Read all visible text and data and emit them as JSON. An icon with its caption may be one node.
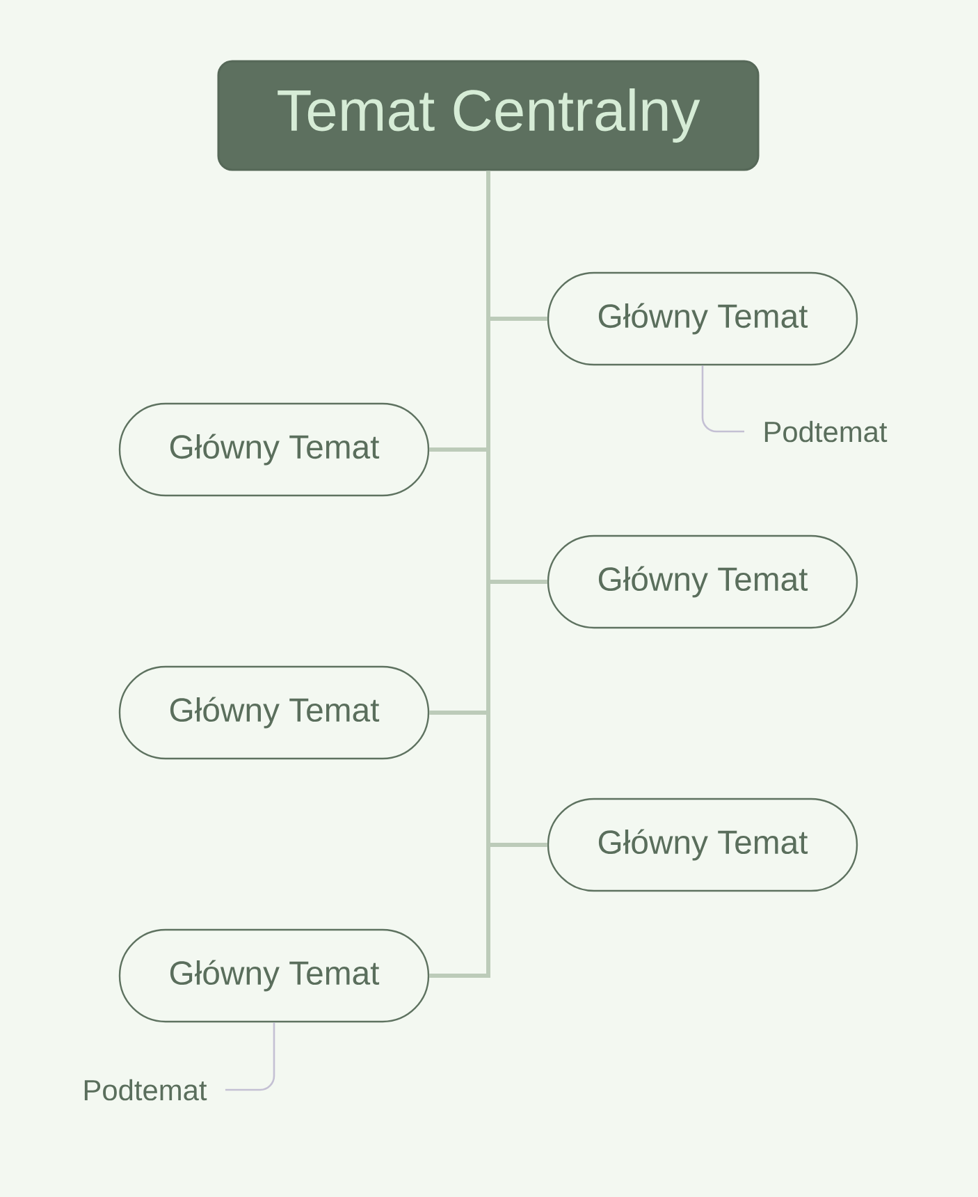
{
  "diagram": {
    "nodes": [
      {
        "text": [
          "Temat Centralny"
        ]
      },
      {
        "text": [
          "Główny Temat"
        ]
      },
      {
        "text": [
          "Podtemat"
        ]
      },
      {
        "text": [
          "Główny Temat"
        ]
      },
      {
        "text": [
          "Główny Temat"
        ]
      },
      {
        "text": [
          "Główny Temat"
        ]
      },
      {
        "text": [
          "Główny Temat"
        ]
      },
      {
        "text": [
          "Główny Temat"
        ]
      },
      {
        "text": [
          "Podtemat"
        ]
      }
    ],
    "edges": [
      {
        "from": 0,
        "to": 1,
        "arrow": "none"
      },
      {
        "from": 1,
        "to": 2,
        "arrow": "none",
        "color": "#c4c0d4"
      },
      {
        "from": 0,
        "to": 3,
        "arrow": "none"
      },
      {
        "from": 0,
        "to": 4,
        "arrow": "none"
      },
      {
        "from": 0,
        "to": 5,
        "arrow": "none"
      },
      {
        "from": 0,
        "to": 6,
        "arrow": "none"
      },
      {
        "from": 0,
        "to": 7,
        "arrow": "none"
      },
      {
        "from": 7,
        "to": 8,
        "arrow": "none",
        "color": "#c4c0d4"
      }
    ]
  }
}
